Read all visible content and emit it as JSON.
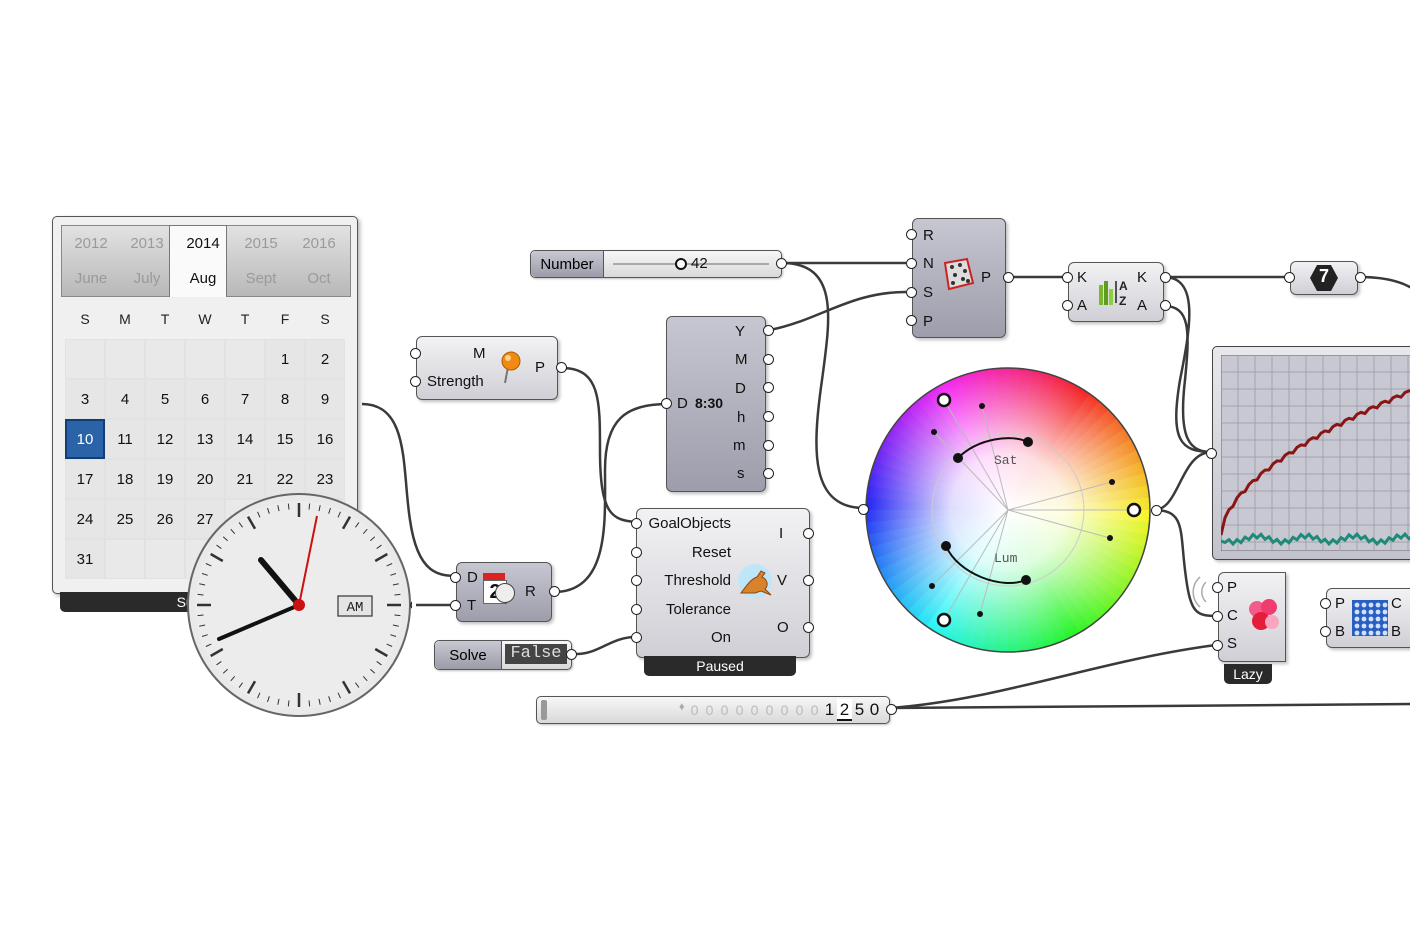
{
  "calendar": {
    "years": [
      "2012",
      "2013",
      "2014",
      "2015",
      "2016"
    ],
    "months": [
      "June",
      "July",
      "Aug",
      "Sept",
      "Oct"
    ],
    "weekdays": [
      "S",
      "M",
      "T",
      "W",
      "T",
      "F",
      "S"
    ],
    "days": [
      "",
      "",
      "",
      "",
      "",
      "1",
      "2",
      "3",
      "4",
      "5",
      "6",
      "7",
      "8",
      "9",
      "10",
      "11",
      "12",
      "13",
      "14",
      "15",
      "16",
      "17",
      "18",
      "19",
      "20",
      "21",
      "22",
      "23",
      "24",
      "25",
      "26",
      "27",
      "",
      "",
      "",
      "31",
      "",
      "",
      "",
      "",
      "",
      ""
    ],
    "selected_day": "10",
    "status": "Sunday, A"
  },
  "clock": {
    "ampm": "AM"
  },
  "number_slider": {
    "name": "Number",
    "value": "42"
  },
  "pin_component": {
    "inputs": [
      "M",
      "Strength"
    ],
    "outputs": [
      "P"
    ]
  },
  "date_component": {
    "inputs": [
      "D",
      "T"
    ],
    "outputs": [
      "R"
    ],
    "icon_text": "2"
  },
  "decompose_time": {
    "inputs": [
      "D"
    ],
    "outputs": [
      "Y",
      "M",
      "D",
      "h",
      "m",
      "s"
    ],
    "icon_text": "8:30"
  },
  "kangaroo_solver": {
    "inputs": [
      "GoalObjects",
      "Reset",
      "Threshold",
      "Tolerance",
      "On"
    ],
    "outputs": [
      "I",
      "V",
      "O"
    ],
    "status": "Paused"
  },
  "toggle": {
    "name": "Solve",
    "value": "False"
  },
  "populate": {
    "inputs": [
      "R",
      "N",
      "S",
      "P"
    ],
    "outputs": [
      "P"
    ]
  },
  "sort": {
    "inputs": [
      "K",
      "A"
    ],
    "outputs": [
      "K",
      "A"
    ]
  },
  "number_param": {
    "value": "7"
  },
  "color_wheel": {
    "sat_label": "Sat",
    "lum_label": "Lum"
  },
  "lazy_component": {
    "inputs": [
      "P",
      "C",
      "S"
    ],
    "status": "Lazy"
  },
  "pointcloud_component": {
    "inputs": [
      "P",
      "B"
    ],
    "outputs": [
      "C",
      "B"
    ]
  },
  "digit_scroller": {
    "digits": [
      "0",
      "0",
      "0",
      "0",
      "0",
      "0",
      "0",
      "0",
      "0",
      "1",
      "2",
      "5",
      "0"
    ]
  },
  "colors": {
    "calendar_selected": "#2a63a8",
    "clock_second_hand": "#cc1111",
    "graph_line1": "#8a1515",
    "graph_line2": "#1f8a77",
    "pin": "#f08a10"
  }
}
